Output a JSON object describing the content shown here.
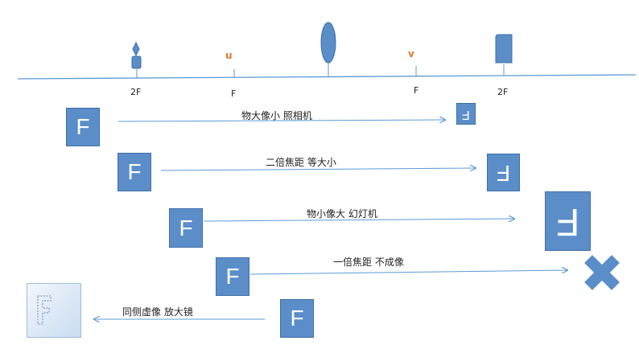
{
  "axis": {
    "labels": {
      "two_f_left": "2F",
      "f_left": "F",
      "f_right": "F",
      "two_f_right": "2F"
    },
    "u_label": "u",
    "v_label": "v"
  },
  "object_icon": "candle-icon",
  "lens_icon": "convex-lens-icon",
  "screen_icon": "screen-icon",
  "letter": "F",
  "rows": [
    {
      "caption": "物大像小  照相机"
    },
    {
      "caption": "二倍焦距   等大小"
    },
    {
      "caption": "物小像大   幻灯机"
    },
    {
      "caption": "一倍焦距   不成像"
    },
    {
      "caption": "同侧虚像   放大镜"
    }
  ],
  "no_image_icon": "x-mark-icon",
  "colors": {
    "accent": "#5b8ec9",
    "line": "#5b9bd5",
    "uv": "#e07a2a"
  }
}
